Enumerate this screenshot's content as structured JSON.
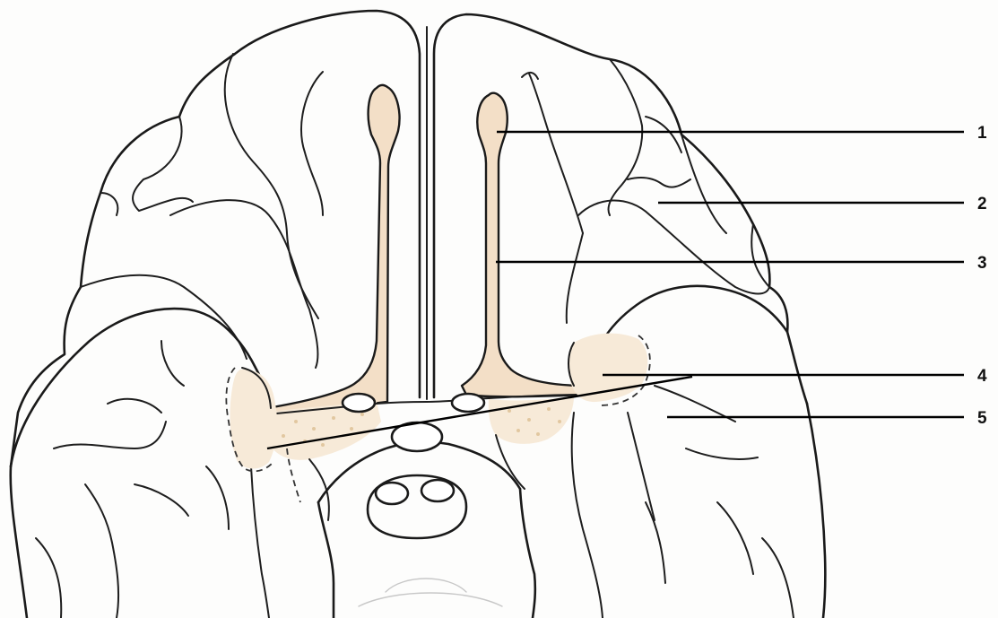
{
  "colors": {
    "tissue_fill": "#f3dfc7",
    "region_fill": "#f7ead8",
    "line": "#1a1a1a"
  },
  "labels": [
    {
      "id": "1",
      "text": "1"
    },
    {
      "id": "2",
      "text": "2"
    },
    {
      "id": "3",
      "text": "3"
    },
    {
      "id": "4",
      "text": "4"
    },
    {
      "id": "5",
      "text": "5"
    }
  ]
}
